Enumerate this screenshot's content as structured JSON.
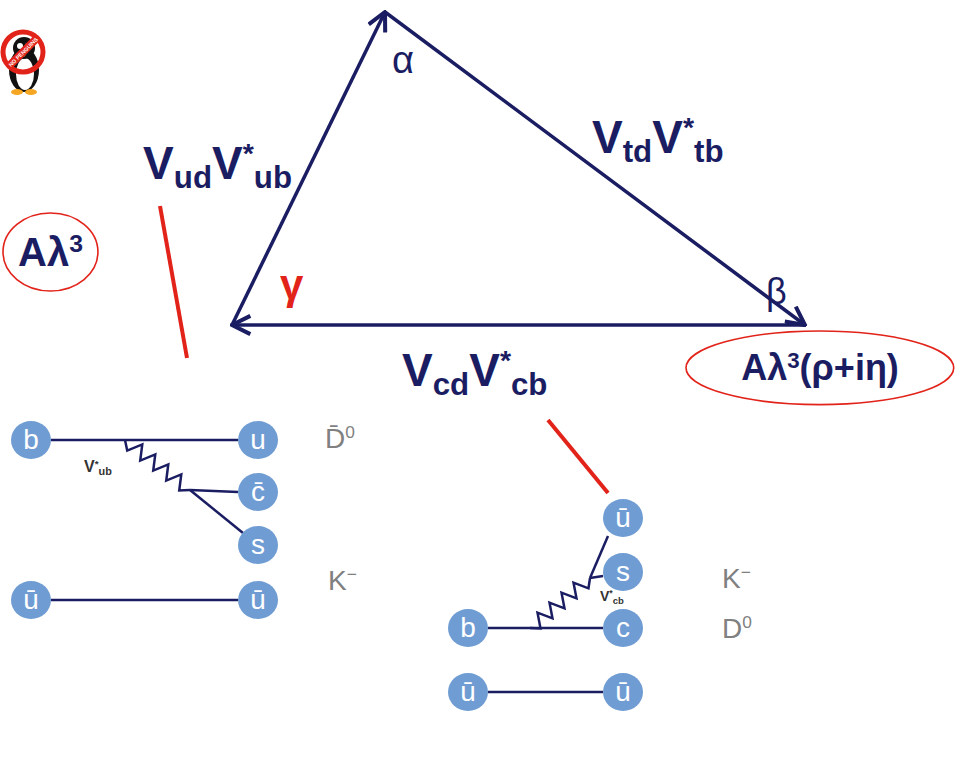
{
  "diagram": {
    "nodes": [
      {
        "text": [
          "Aλ3"
        ]
      },
      {
        "text": [
          "Aλ3(ρ+iη)"
        ]
      },
      {
        "text": [
          "b"
        ]
      },
      {
        "text": [
          "u"
        ]
      },
      {
        "text": [
          "c̄"
        ]
      },
      {
        "text": [
          "s"
        ]
      },
      {
        "text": [
          "ū"
        ]
      },
      {
        "text": [
          "ū"
        ]
      },
      {
        "text": [
          "ū"
        ]
      },
      {
        "text": [
          "s"
        ]
      },
      {
        "text": [
          "b"
        ]
      },
      {
        "text": [
          "c"
        ]
      },
      {
        "text": [
          "ū"
        ]
      },
      {
        "text": [
          "ū"
        ]
      }
    ],
    "edges": [
      {
        "from": 2,
        "to": 3,
        "arrow": "none"
      },
      {
        "from": 6,
        "to": 7,
        "arrow": "none"
      },
      {
        "from": 10,
        "to": 11,
        "arrow": "none"
      },
      {
        "from": 12,
        "to": 13,
        "arrow": "none"
      }
    ],
    "labels": [
      "NO PENGUINS",
      "α",
      "VtdV*tb",
      "VudV*ub",
      "γ",
      "β",
      "VcdV*cb",
      "D̄0",
      "K−",
      "V*ub",
      "K−",
      "V*cb",
      "D0"
    ]
  }
}
